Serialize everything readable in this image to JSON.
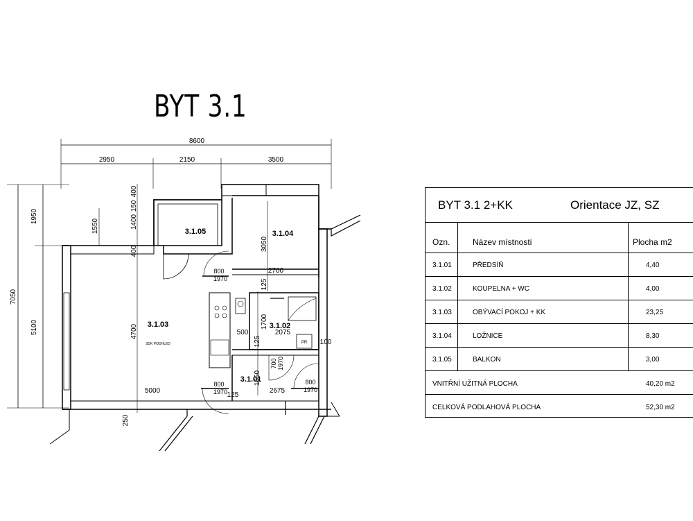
{
  "title": "BYT 3.1",
  "dimensions": {
    "top_total": "8600",
    "top_segments": [
      "2950",
      "2150",
      "3500"
    ],
    "left_total": "7050",
    "left_segments": [
      "1950",
      "5100"
    ],
    "inner": {
      "d1550": "1550",
      "d400a": "400",
      "d150": "150",
      "d1400": "1400",
      "d400b": "400",
      "d4700": "4700",
      "d3050": "3050",
      "d2700": "2700",
      "d125a": "125",
      "d1700": "1700",
      "d500": "500",
      "d2075": "2075",
      "d125b": "125",
      "d100": "100",
      "d1650": "1650",
      "d5000": "5000",
      "d125c": "125",
      "d2675": "2675",
      "d250": "250"
    }
  },
  "rooms": [
    {
      "id": "3.1.03",
      "note": "SDK PODHLED"
    },
    {
      "id": "3.1.05"
    },
    {
      "id": "3.1.04"
    },
    {
      "id": "3.1.02"
    },
    {
      "id": "3.1.01"
    }
  ],
  "doors": {
    "d1": {
      "w": "800",
      "h": "1970"
    },
    "d2": {
      "w": "700",
      "h": "1970"
    },
    "d3": {
      "w": "800",
      "h": "1970"
    },
    "d4": {
      "w": "800",
      "h": "1970"
    }
  },
  "fixtures": {
    "pr": "PR"
  },
  "table": {
    "header_unit": "BYT 3.1  2+KK",
    "header_orientation": "Orientace JZ, SZ",
    "col_ozn": "Ozn.",
    "col_name": "Název místnosti",
    "col_area": "Plocha m2",
    "rows": [
      {
        "ozn": "3.1.01",
        "name": "PŘEDSÍŇ",
        "area": "4,40"
      },
      {
        "ozn": "3.1.02",
        "name": "KOUPELNA + WC",
        "area": "4,00"
      },
      {
        "ozn": "3.1.03",
        "name": "OBÝVACÍ POKOJ + KK",
        "area": "23,25"
      },
      {
        "ozn": "3.1.04",
        "name": "LOŽNICE",
        "area": "8,30"
      },
      {
        "ozn": "3.1.05",
        "name": "BALKON",
        "area": "3,00"
      }
    ],
    "summary": [
      {
        "label": "VNITŘNÍ UŽITNÁ PLOCHA",
        "value": "40,20 m2"
      },
      {
        "label": "CELKOVÁ PODLAHOVÁ PLOCHA",
        "value": "52,30 m2"
      }
    ]
  }
}
